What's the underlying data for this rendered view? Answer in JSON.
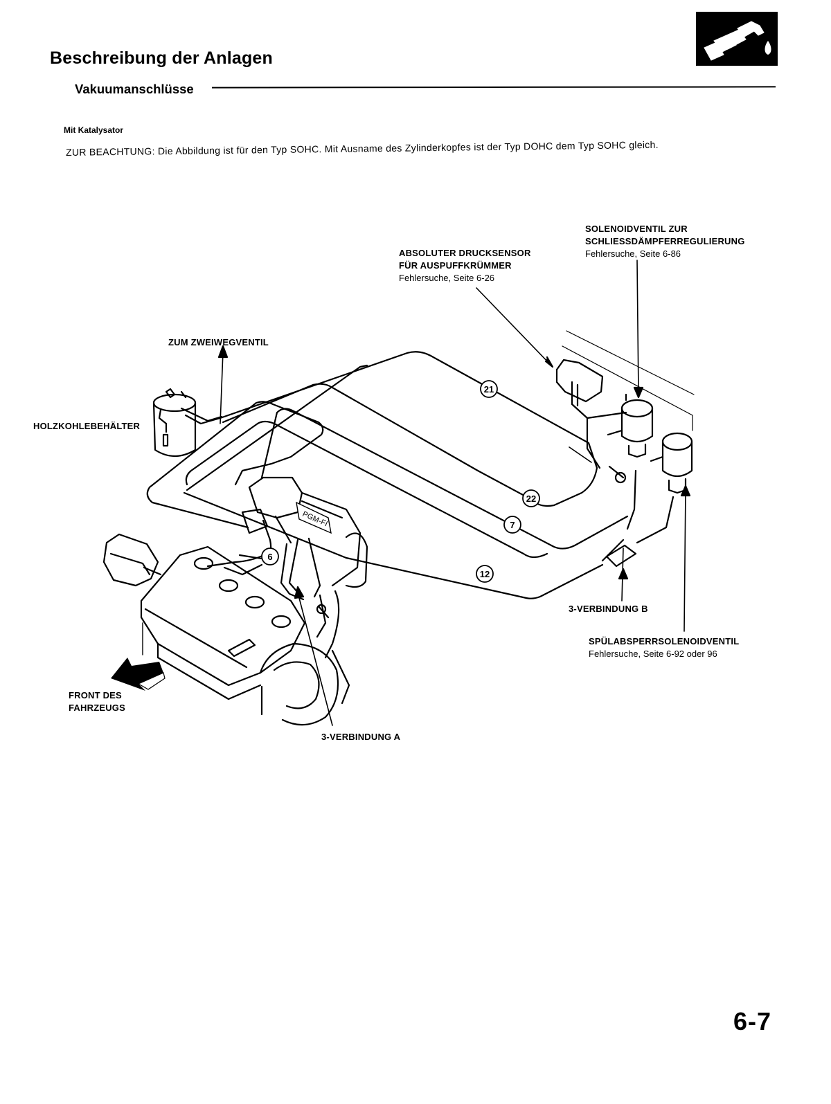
{
  "header": {
    "section_title": "Beschreibung der Anlagen",
    "subsection_title": "Vakuumanschlüsse",
    "icon": "fuel-nozzle-icon"
  },
  "intro": {
    "variant": "Mit Katalysator",
    "note": "ZUR BEACHTUNG: Die Abbildung ist für den Typ SOHC. Mit Ausname des Zylinderkopfes ist der Typ DOHC dem Typ SOHC gleich."
  },
  "labels": {
    "map_sensor_line1": "ABSOLUTER DRUCKSENSOR",
    "map_sensor_line2": "FÜR AUSPUFFKRÜMMER",
    "map_sensor_ref": "Fehlersuche, Seite 6-26",
    "solenoid_close_line1": "SOLENOIDVENTIL ZUR",
    "solenoid_close_line2": "SCHLIESSDÄMPFERREGULIERUNG",
    "solenoid_close_ref": "Fehlersuche, Seite 6-86",
    "to_two_way_valve": "ZUM ZWEIWEGVENTIL",
    "charcoal_canister": "HOLZKOHLEBEHÄLTER",
    "three_way_b": "3-VERBINDUNG B",
    "purge_solenoid": "SPÜLABSPERRSOLENOIDVENTIL",
    "purge_solenoid_ref": "Fehlersuche, Seite 6-92 oder 96",
    "front_line1": "FRONT DES",
    "front_line2": "FAHRZEUGS",
    "three_way_a": "3-VERBINDUNG A",
    "pgm_fi": "PGM-FI"
  },
  "hose_numbers": {
    "h21": "21",
    "h22": "22",
    "h7": "7",
    "h6": "6",
    "h12": "12"
  },
  "footer": {
    "page_number": "6-7"
  }
}
